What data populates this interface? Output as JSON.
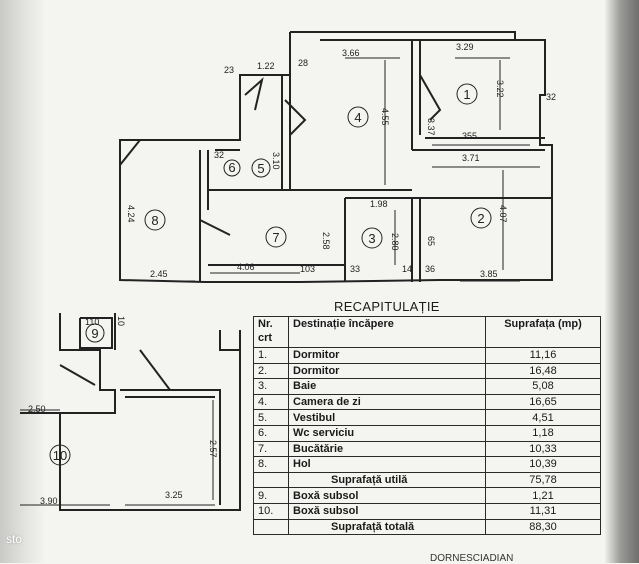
{
  "recap": {
    "title": "RECAPITULAȚIE",
    "headers": {
      "nr": "Nr. crt",
      "dest": "Destinație încăpere",
      "surf": "Suprafața (mp)"
    },
    "rows": [
      {
        "nr": "1.",
        "name": "Dormitor",
        "value": "11,16"
      },
      {
        "nr": "2.",
        "name": "Dormitor",
        "value": "16,48"
      },
      {
        "nr": "3.",
        "name": "Baie",
        "value": "5,08"
      },
      {
        "nr": "4.",
        "name": "Camera de zi",
        "value": "16,65"
      },
      {
        "nr": "5.",
        "name": "Vestibul",
        "value": "4,51"
      },
      {
        "nr": "6.",
        "name": "Wc serviciu",
        "value": "1,18"
      },
      {
        "nr": "7.",
        "name": "Bucătărie",
        "value": "10,33"
      },
      {
        "nr": "8.",
        "name": "Hol",
        "value": "10,39"
      },
      {
        "nr": "",
        "name": "Suprafață utilă",
        "value": "75,78"
      },
      {
        "nr": "9.",
        "name": "Boxă subsol",
        "value": "1,21"
      },
      {
        "nr": "10.",
        "name": "Boxă subsol",
        "value": "11,31"
      },
      {
        "nr": "",
        "name": "Suprafață totală",
        "value": "88,30"
      }
    ]
  },
  "plan": {
    "rooms": [
      "1",
      "2",
      "3",
      "4",
      "5",
      "6",
      "7",
      "8",
      "9",
      "10"
    ],
    "dims": {
      "d366": "3.66",
      "d329": "3.29",
      "d322": "3.22",
      "d032": "32",
      "d122": "1.22",
      "d028": "28",
      "d023": "23",
      "d455": "4.55",
      "d355": "355",
      "d371": "3.71",
      "d407": "4.07",
      "d337": "3.37",
      "d310": "3.10",
      "d032b": "32",
      "d424": "4.24",
      "d245": "2.45",
      "d258": "2.58",
      "d406": "4.06",
      "d103": "103",
      "d198": "1.98",
      "d280": "2.80",
      "d385": "3.85",
      "d033": "33",
      "d014": "14",
      "d036": "36",
      "d065": "65",
      "d010": "10",
      "d250": "2.50",
      "d257": "2.57",
      "d390": "3.90",
      "d325": "3.25",
      "d110": "110"
    }
  },
  "watermark": "sto",
  "footer": "DORNESCIADIAN"
}
